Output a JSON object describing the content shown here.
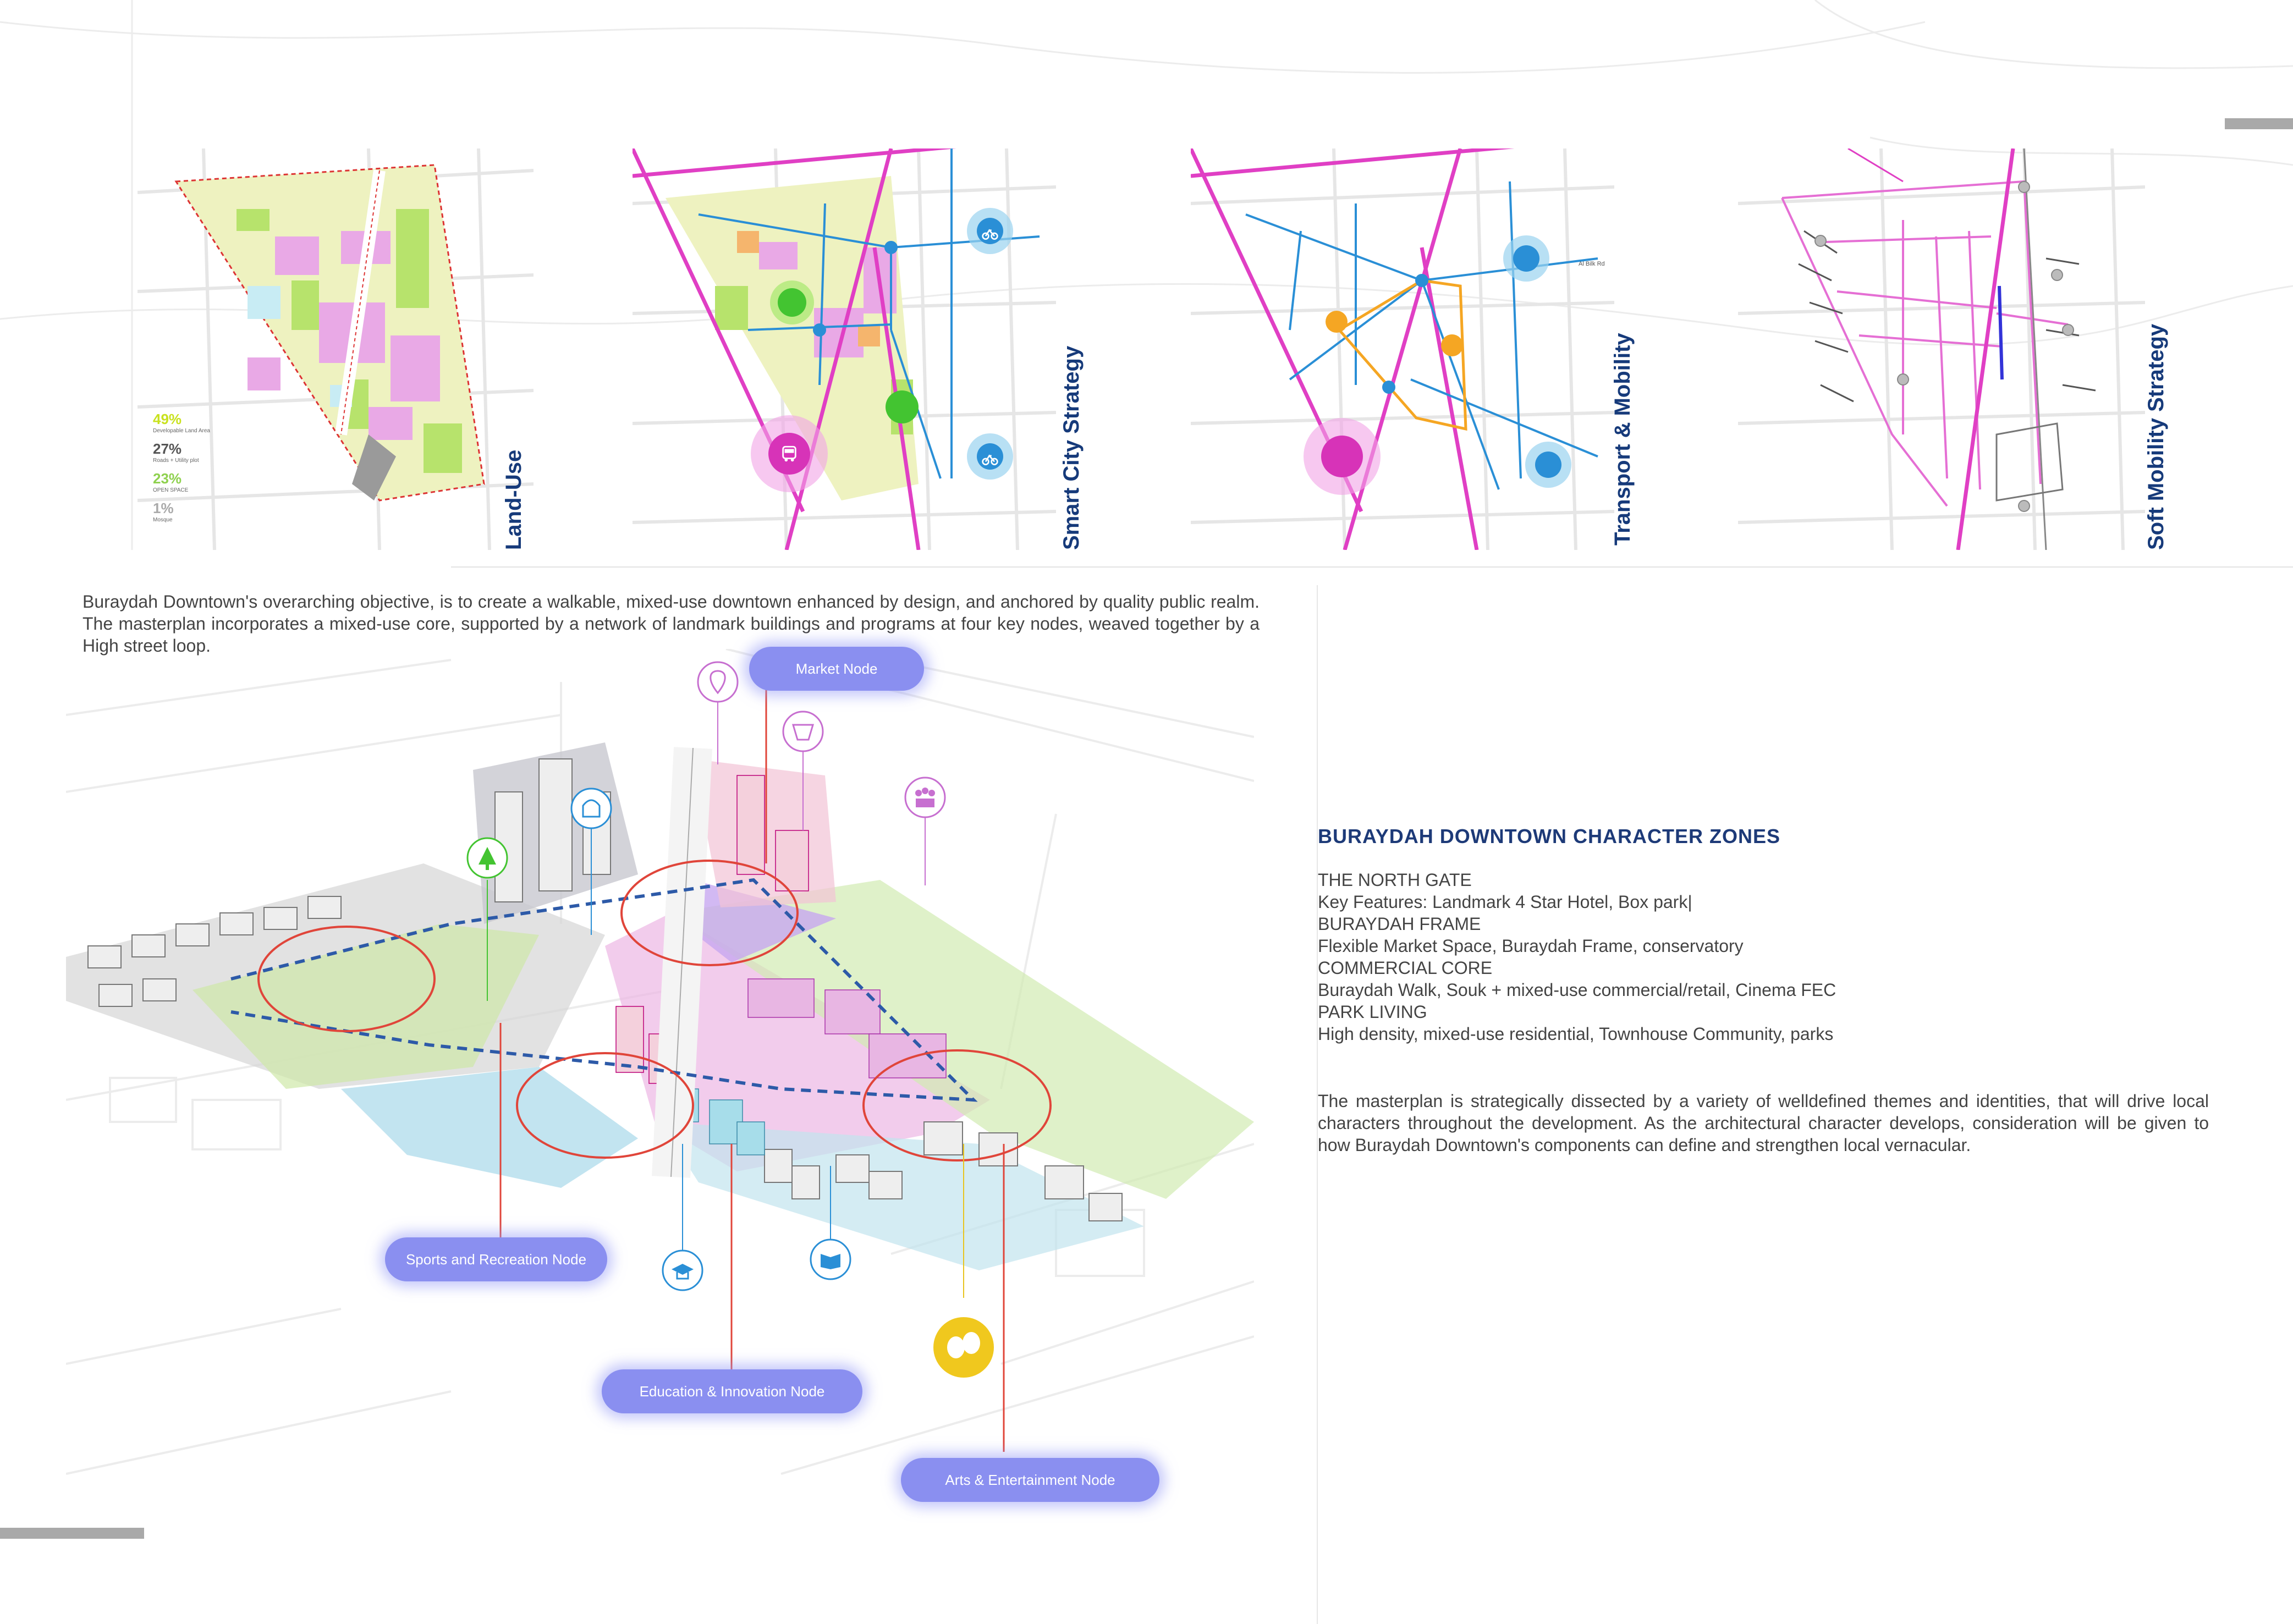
{
  "diagrams": {
    "land_use": {
      "label": "Land-Use",
      "stats": [
        {
          "pct": "49%",
          "sub": "Developable Land Area",
          "color": "#c9e21f"
        },
        {
          "pct": "27%",
          "sub": "Roads + Utility plot",
          "color": "#555555"
        },
        {
          "pct": "23%",
          "sub": "OPEN SPACE",
          "color": "#8fd14f"
        },
        {
          "pct": "1%",
          "sub": "Mosque",
          "color": "#9a9a9a"
        }
      ]
    },
    "smart_city": {
      "label": "Smart City Strategy"
    },
    "transport": {
      "label": "Transport & Mobility",
      "road_label": "Al Bilk Rd"
    },
    "soft_mobility": {
      "label": "Soft Mobility Strategy"
    }
  },
  "intro_text": "Buraydah Downtown's overarching objective, is to create a walkable, mixed-use downtown enhanced by design, and anchored by quality public realm. The masterplan incorporates a mixed-use core, supported by a network of landmark buildings and programs at four key nodes, weaved together by a High street loop.",
  "nodes": {
    "market": "Market Node",
    "sports": "Sports and Recreation Node",
    "education": "Education & Innovation Node",
    "arts": "Arts & Entertainment Node"
  },
  "zones": {
    "title": "BURAYDAH DOWNTOWN CHARACTER ZONES",
    "lines": [
      "THE NORTH GATE",
      "Key Features: Landmark 4 Star Hotel, Box park|",
      "BURAYDAH FRAME",
      "Flexible Market Space, Buraydah Frame, conservatory",
      "COMMERCIAL CORE",
      "Buraydah Walk, Souk + mixed-use commercial/retail, Cinema FEC",
      "PARK LIVING",
      "High density, mixed-use residential, Townhouse Community, parks"
    ],
    "paragraph": "The masterplan is strategically dissected by a variety of welldefined themes and identities, that will drive local characters throughout the development. As the architectural character develops, consideration will be given to how Buraydah Downtown's components can define and strengthen local vernacular."
  },
  "colors": {
    "accent_navy": "#1d3a78",
    "magenta": "#e03fc4",
    "blue": "#2a8fd6",
    "node_pill": "#8a8ff0",
    "red_line": "#e0453a"
  },
  "icons": [
    "hotel-icon",
    "bike-icon",
    "bus-icon",
    "tree-icon",
    "mosque-icon",
    "location-icon",
    "crowd-icon",
    "graduation-cap-icon",
    "book-icon",
    "theater-masks-icon",
    "map-icon"
  ]
}
